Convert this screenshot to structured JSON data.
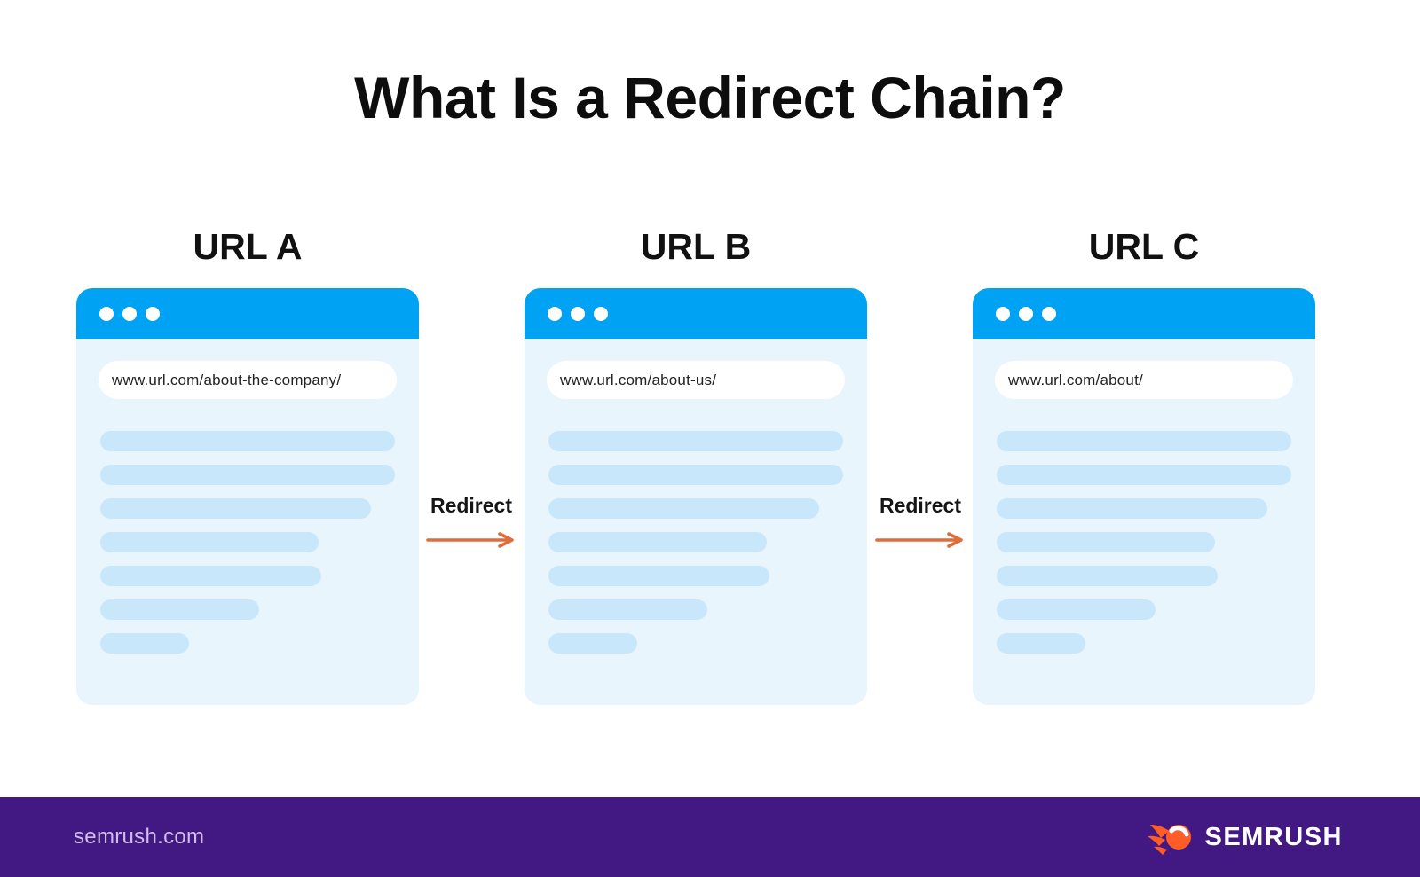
{
  "title": "What Is a Redirect Chain?",
  "browsers": [
    {
      "label": "URL A",
      "url": "www.url.com/about-the-company/"
    },
    {
      "label": "URL B",
      "url": "www.url.com/about-us/"
    },
    {
      "label": "URL C",
      "url": "www.url.com/about/"
    }
  ],
  "arrows": [
    {
      "label": "Redirect"
    },
    {
      "label": "Redirect"
    }
  ],
  "skeleton_line_widths_pct": [
    100,
    100,
    92,
    74,
    75,
    54,
    30
  ],
  "footer": {
    "site": "semrush.com",
    "brand": "SEMRUSH"
  },
  "icons": {
    "window_dots": "three-white-dots",
    "redirect_arrow": "orange-right-arrow",
    "brand_logo": "semrush-fireball"
  },
  "colors": {
    "browser_header_blue": "#00a3f3",
    "browser_body_blue": "#e8f5fd",
    "skeleton_line_blue": "#c9e7fa",
    "arrow_orange": "#dd6e3c",
    "footer_purple": "#421983",
    "footer_site_text": "#d2bcf0",
    "logo_orange": "#ff5c28",
    "title_black": "#0d0d0d"
  }
}
